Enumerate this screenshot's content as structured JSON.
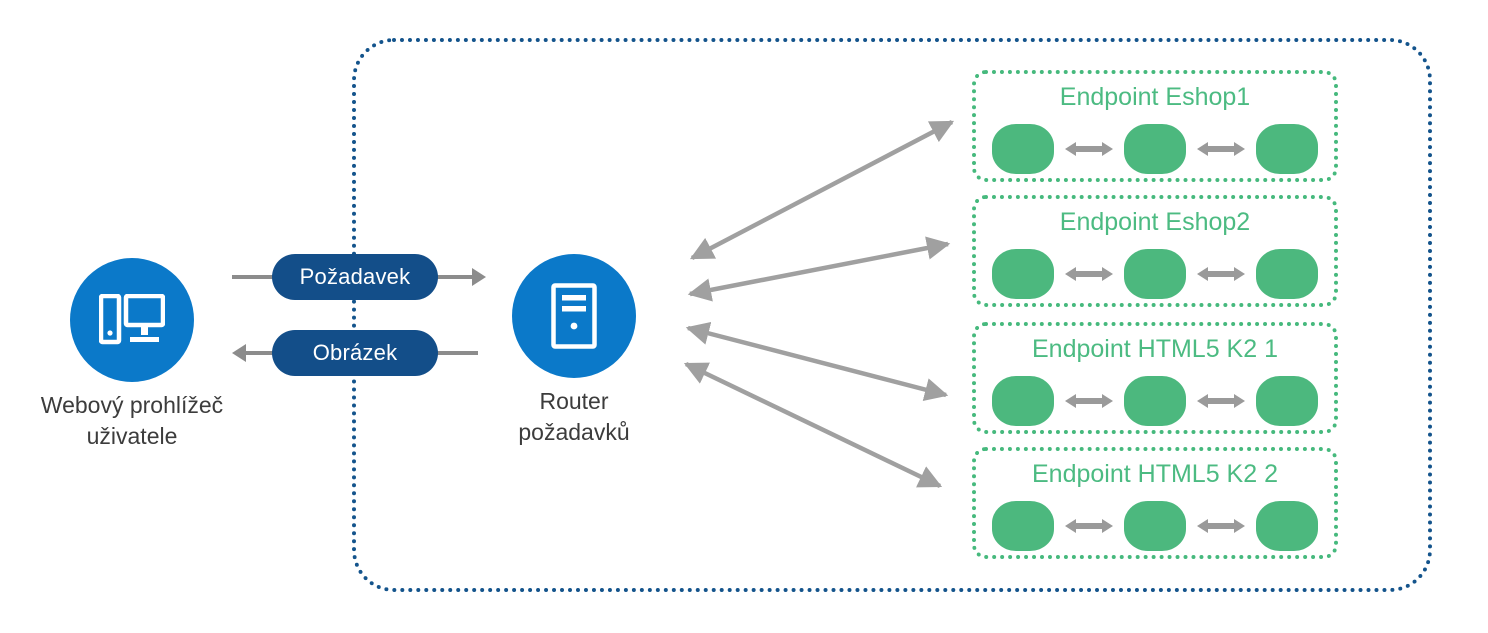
{
  "diagram": {
    "title_text_present": false,
    "colors": {
      "node_blue": "#0B79C9",
      "pill_blue": "#134E89",
      "boundary_blue": "#14548C",
      "endpoint_green": "#4CBB82",
      "blob_green": "#4CB87E",
      "arrow_gray": "#8C8C8C",
      "caption_gray": "#3C3C3C"
    }
  },
  "nodes": {
    "browser": {
      "caption": "Webový prohlížeč\nuživatele",
      "icon": "desktop-computer-icon"
    },
    "router": {
      "caption": "Router\npožadavků",
      "icon": "server-tower-icon"
    }
  },
  "flows": [
    {
      "label": "Požadavek",
      "direction": "right"
    },
    {
      "label": "Obrázek",
      "direction": "left"
    }
  ],
  "endpoints": [
    {
      "title": "Endpoint Eshop1",
      "nodes": [
        "node-a",
        "node-b",
        "node-c"
      ],
      "links": [
        "bidirectional",
        "bidirectional"
      ]
    },
    {
      "title": "Endpoint Eshop2",
      "nodes": [
        "node-a",
        "node-b",
        "node-c"
      ],
      "links": [
        "bidirectional",
        "bidirectional"
      ]
    },
    {
      "title": "Endpoint HTML5 K2 1",
      "nodes": [
        "node-a",
        "node-b",
        "node-c"
      ],
      "links": [
        "bidirectional",
        "bidirectional"
      ]
    },
    {
      "title": "Endpoint HTML5 K2 2",
      "nodes": [
        "node-a",
        "node-b",
        "node-c"
      ],
      "links": [
        "bidirectional",
        "bidirectional"
      ]
    }
  ],
  "routing_arrows": [
    {
      "from": "router",
      "to": "Endpoint Eshop1",
      "direction": "bidirectional"
    },
    {
      "from": "router",
      "to": "Endpoint Eshop2",
      "direction": "bidirectional"
    },
    {
      "from": "router",
      "to": "Endpoint HTML5 K2 1",
      "direction": "bidirectional"
    },
    {
      "from": "router",
      "to": "Endpoint HTML5 K2 2",
      "direction": "bidirectional"
    }
  ]
}
